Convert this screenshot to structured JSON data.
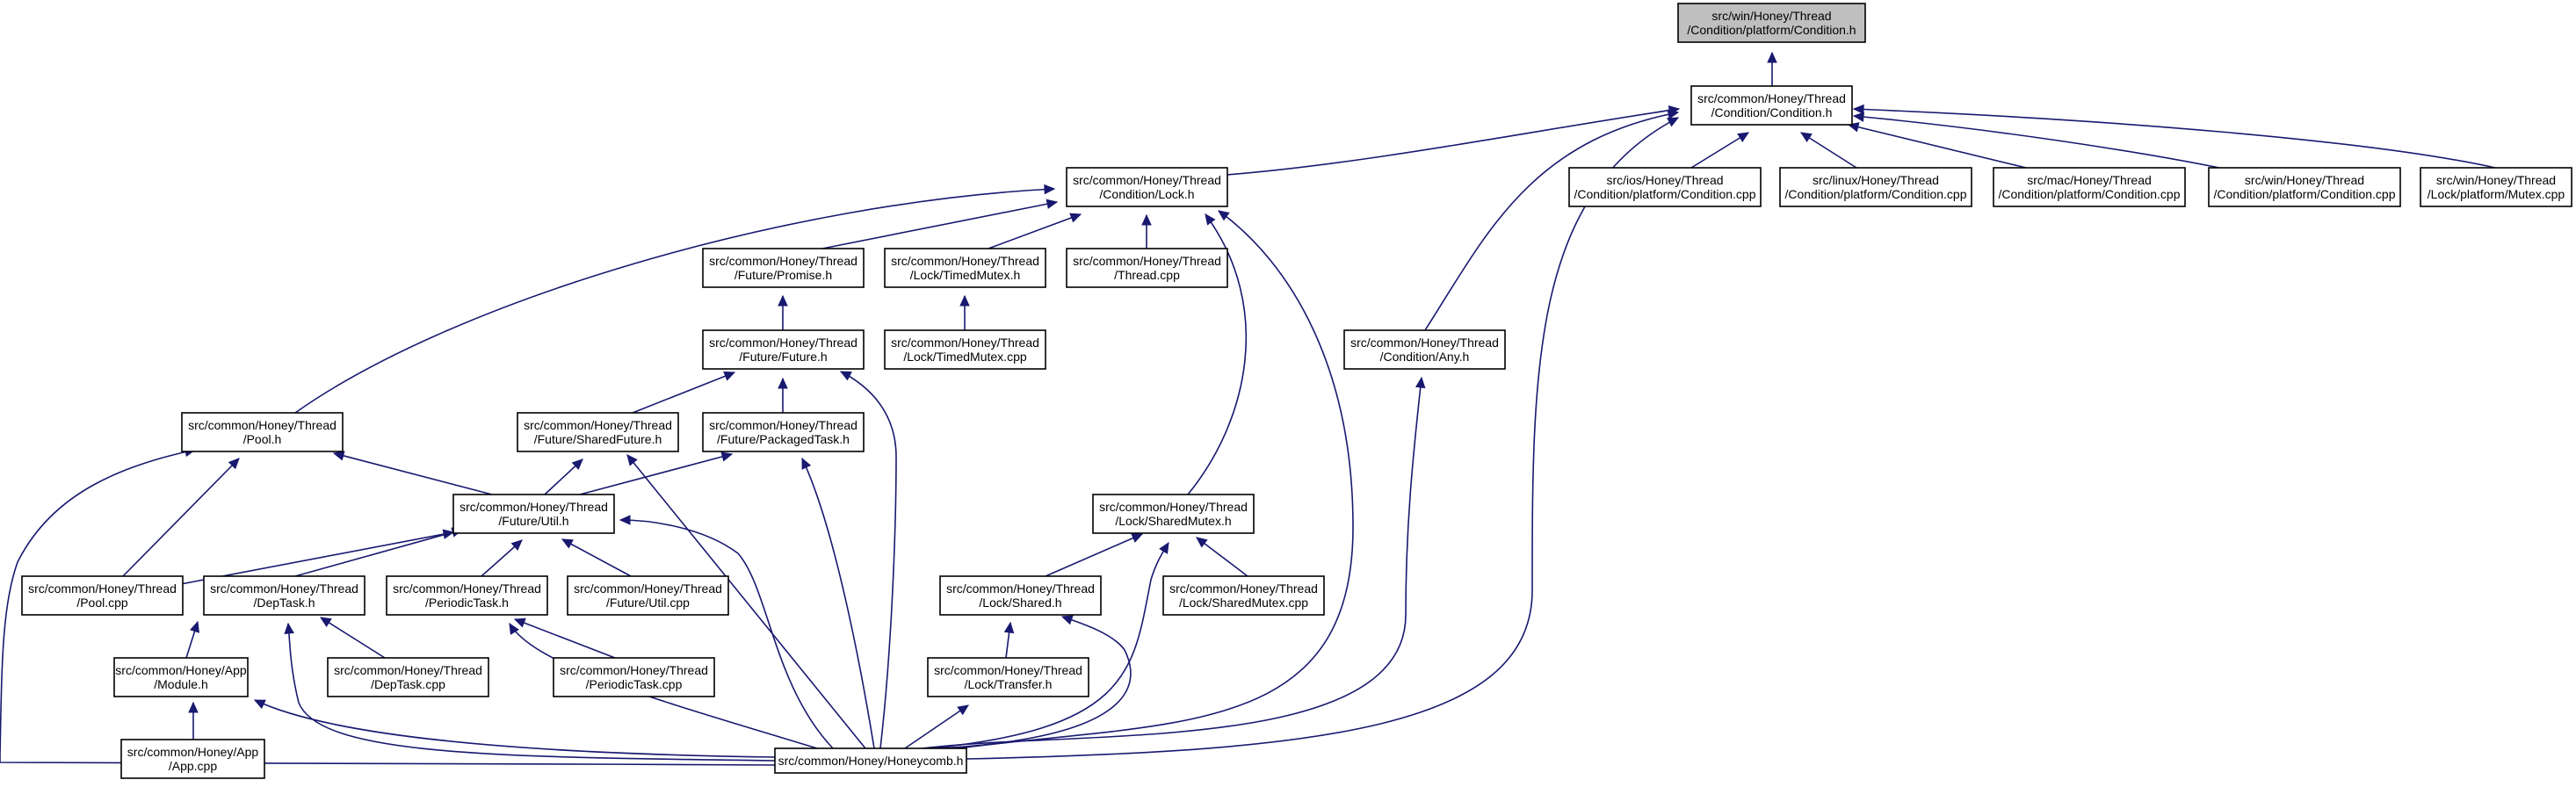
{
  "graph": {
    "title": "",
    "colors": {
      "edge": "#191970",
      "root_fill": "#bfbfbf",
      "node_fill": "#ffffff",
      "node_stroke": "#000000"
    },
    "nodes": [
      {
        "id": "condition_h_win",
        "lines": [
          "src/win/Honey/Thread",
          "/Condition/platform/Condition.h"
        ],
        "highlighted": true
      },
      {
        "id": "condition_h",
        "lines": [
          "src/common/Honey/Thread",
          "/Condition/Condition.h"
        ]
      },
      {
        "id": "lock_h",
        "lines": [
          "src/common/Honey/Thread",
          "/Condition/Lock.h"
        ]
      },
      {
        "id": "ios_condition_cpp",
        "lines": [
          "src/ios/Honey/Thread",
          "/Condition/platform/Condition.cpp"
        ]
      },
      {
        "id": "linux_condition_cpp",
        "lines": [
          "src/linux/Honey/Thread",
          "/Condition/platform/Condition.cpp"
        ]
      },
      {
        "id": "mac_condition_cpp",
        "lines": [
          "src/mac/Honey/Thread",
          "/Condition/platform/Condition.cpp"
        ]
      },
      {
        "id": "win_condition_cpp",
        "lines": [
          "src/win/Honey/Thread",
          "/Condition/platform/Condition.cpp"
        ]
      },
      {
        "id": "win_mutex_cpp",
        "lines": [
          "src/win/Honey/Thread",
          "/Lock/platform/Mutex.cpp"
        ]
      },
      {
        "id": "promise_h",
        "lines": [
          "src/common/Honey/Thread",
          "/Future/Promise.h"
        ]
      },
      {
        "id": "timedmutex_h",
        "lines": [
          "src/common/Honey/Thread",
          "/Lock/TimedMutex.h"
        ]
      },
      {
        "id": "thread_cpp",
        "lines": [
          "src/common/Honey/Thread",
          "/Thread.cpp"
        ]
      },
      {
        "id": "future_h",
        "lines": [
          "src/common/Honey/Thread",
          "/Future/Future.h"
        ]
      },
      {
        "id": "timedmutex_cpp",
        "lines": [
          "src/common/Honey/Thread",
          "/Lock/TimedMutex.cpp"
        ]
      },
      {
        "id": "any_h",
        "lines": [
          "src/common/Honey/Thread",
          "/Condition/Any.h"
        ]
      },
      {
        "id": "pool_h",
        "lines": [
          "src/common/Honey/Thread",
          "/Pool.h"
        ]
      },
      {
        "id": "sharedfuture_h",
        "lines": [
          "src/common/Honey/Thread",
          "/Future/SharedFuture.h"
        ]
      },
      {
        "id": "packagedtask_h",
        "lines": [
          "src/common/Honey/Thread",
          "/Future/PackagedTask.h"
        ]
      },
      {
        "id": "util_h",
        "lines": [
          "src/common/Honey/Thread",
          "/Future/Util.h"
        ]
      },
      {
        "id": "sharedmutex_h",
        "lines": [
          "src/common/Honey/Thread",
          "/Lock/SharedMutex.h"
        ]
      },
      {
        "id": "pool_cpp",
        "lines": [
          "src/common/Honey/Thread",
          "/Pool.cpp"
        ]
      },
      {
        "id": "deptask_h",
        "lines": [
          "src/common/Honey/Thread",
          "/DepTask.h"
        ]
      },
      {
        "id": "periodictask_h",
        "lines": [
          "src/common/Honey/Thread",
          "/PeriodicTask.h"
        ]
      },
      {
        "id": "util_cpp",
        "lines": [
          "src/common/Honey/Thread",
          "/Future/Util.cpp"
        ]
      },
      {
        "id": "shared_h",
        "lines": [
          "src/common/Honey/Thread",
          "/Lock/Shared.h"
        ]
      },
      {
        "id": "sharedmutex_cpp",
        "lines": [
          "src/common/Honey/Thread",
          "/Lock/SharedMutex.cpp"
        ]
      },
      {
        "id": "module_h",
        "lines": [
          "src/common/Honey/App",
          "/Module.h"
        ]
      },
      {
        "id": "deptask_cpp",
        "lines": [
          "src/common/Honey/Thread",
          "/DepTask.cpp"
        ]
      },
      {
        "id": "periodictask_cpp",
        "lines": [
          "src/common/Honey/Thread",
          "/PeriodicTask.cpp"
        ]
      },
      {
        "id": "transfer_h",
        "lines": [
          "src/common/Honey/Thread",
          "/Lock/Transfer.h"
        ]
      },
      {
        "id": "honeycomb_h",
        "lines": [
          "src/common/Honey/Honeycomb.h"
        ]
      },
      {
        "id": "app_cpp",
        "lines": [
          "src/common/Honey/App",
          "/App.cpp"
        ]
      }
    ],
    "edges": [
      {
        "from": "condition_h",
        "to": "condition_h_win"
      },
      {
        "from": "lock_h",
        "to": "condition_h"
      },
      {
        "from": "ios_condition_cpp",
        "to": "condition_h"
      },
      {
        "from": "linux_condition_cpp",
        "to": "condition_h"
      },
      {
        "from": "mac_condition_cpp",
        "to": "condition_h"
      },
      {
        "from": "win_condition_cpp",
        "to": "condition_h"
      },
      {
        "from": "win_mutex_cpp",
        "to": "condition_h"
      },
      {
        "from": "any_h",
        "to": "condition_h"
      },
      {
        "from": "honeycomb_h",
        "to": "condition_h"
      },
      {
        "from": "pool_h",
        "to": "lock_h"
      },
      {
        "from": "promise_h",
        "to": "lock_h"
      },
      {
        "from": "timedmutex_h",
        "to": "lock_h"
      },
      {
        "from": "thread_cpp",
        "to": "lock_h"
      },
      {
        "from": "sharedmutex_h",
        "to": "lock_h"
      },
      {
        "from": "honeycomb_h",
        "to": "lock_h"
      },
      {
        "from": "future_h",
        "to": "promise_h"
      },
      {
        "from": "timedmutex_cpp",
        "to": "timedmutex_h"
      },
      {
        "from": "sharedfuture_h",
        "to": "future_h"
      },
      {
        "from": "packagedtask_h",
        "to": "future_h"
      },
      {
        "from": "honeycomb_h",
        "to": "future_h"
      },
      {
        "from": "honeycomb_h",
        "to": "any_h"
      },
      {
        "from": "util_h",
        "to": "pool_h"
      },
      {
        "from": "pool_cpp",
        "to": "pool_h"
      },
      {
        "from": "honeycomb_h",
        "to": "pool_h"
      },
      {
        "from": "util_h",
        "to": "sharedfuture_h"
      },
      {
        "from": "honeycomb_h",
        "to": "sharedfuture_h"
      },
      {
        "from": "util_h",
        "to": "packagedtask_h"
      },
      {
        "from": "honeycomb_h",
        "to": "packagedtask_h"
      },
      {
        "from": "pool_cpp",
        "to": "util_h"
      },
      {
        "from": "deptask_h",
        "to": "util_h"
      },
      {
        "from": "periodictask_h",
        "to": "util_h"
      },
      {
        "from": "util_cpp",
        "to": "util_h"
      },
      {
        "from": "honeycomb_h",
        "to": "util_h"
      },
      {
        "from": "shared_h",
        "to": "sharedmutex_h"
      },
      {
        "from": "sharedmutex_cpp",
        "to": "sharedmutex_h"
      },
      {
        "from": "honeycomb_h",
        "to": "sharedmutex_h"
      },
      {
        "from": "module_h",
        "to": "deptask_h"
      },
      {
        "from": "deptask_cpp",
        "to": "deptask_h"
      },
      {
        "from": "honeycomb_h",
        "to": "deptask_h"
      },
      {
        "from": "periodictask_cpp",
        "to": "periodictask_h"
      },
      {
        "from": "honeycomb_h",
        "to": "periodictask_h"
      },
      {
        "from": "transfer_h",
        "to": "shared_h"
      },
      {
        "from": "honeycomb_h",
        "to": "shared_h"
      },
      {
        "from": "app_cpp",
        "to": "module_h"
      },
      {
        "from": "honeycomb_h",
        "to": "module_h"
      },
      {
        "from": "honeycomb_h",
        "to": "transfer_h"
      }
    ]
  }
}
